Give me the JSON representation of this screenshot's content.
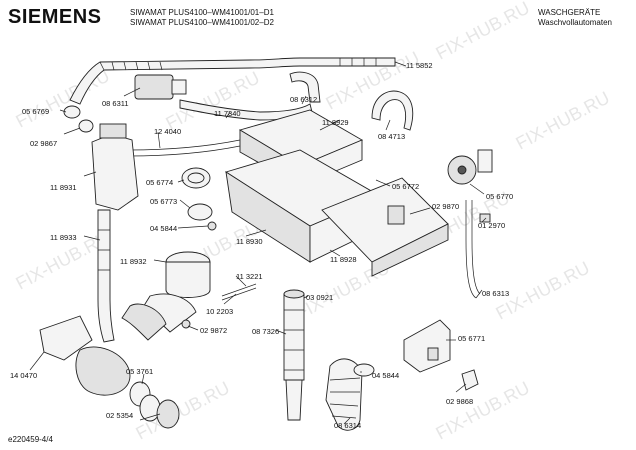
{
  "header": {
    "brand": "SIEMENS",
    "model_line_1": "SIWAMAT PLUS4100–WM41001/01–D1",
    "model_line_2": "SIWAMAT PLUS4100–WM41001/02–D2",
    "category_line_1": "WASCHGERÄTE",
    "category_line_2": "Waschvollautomaten"
  },
  "footer": {
    "code": "e220459-4/4"
  },
  "watermark": "FIX-HUB.RU",
  "parts": {
    "p115852": "11 5852",
    "p056769": "05 6769",
    "p086311": "08 6311",
    "p117340": "11 7340",
    "p086312": "08 6312",
    "p029867": "02 9867",
    "p124040": "12 4040",
    "p118929": "11 8929",
    "p084713": "08 4713",
    "p118931": "11 8931",
    "p056774": "05 6774",
    "p056772": "05 6772",
    "p056770": "05 6770",
    "p056773": "05 6773",
    "p029870": "02 9870",
    "p045844a": "04 5844",
    "p118930": "11 8930",
    "p012970": "01 2970",
    "p118933": "11 8933",
    "p118932": "11 8932",
    "p113221": "11 3221",
    "p118928": "11 8928",
    "p086313": "08 6313",
    "p030921": "03 0921",
    "p102203": "10 2203",
    "p029872": "02 9872",
    "p087326": "08 7326",
    "p056771": "05 6771",
    "p140470": "14 0470",
    "p053761": "05 3761",
    "p045844b": "04 5844",
    "p029868": "02 9868",
    "p025354": "02 5354",
    "p086314": "08 6314"
  }
}
